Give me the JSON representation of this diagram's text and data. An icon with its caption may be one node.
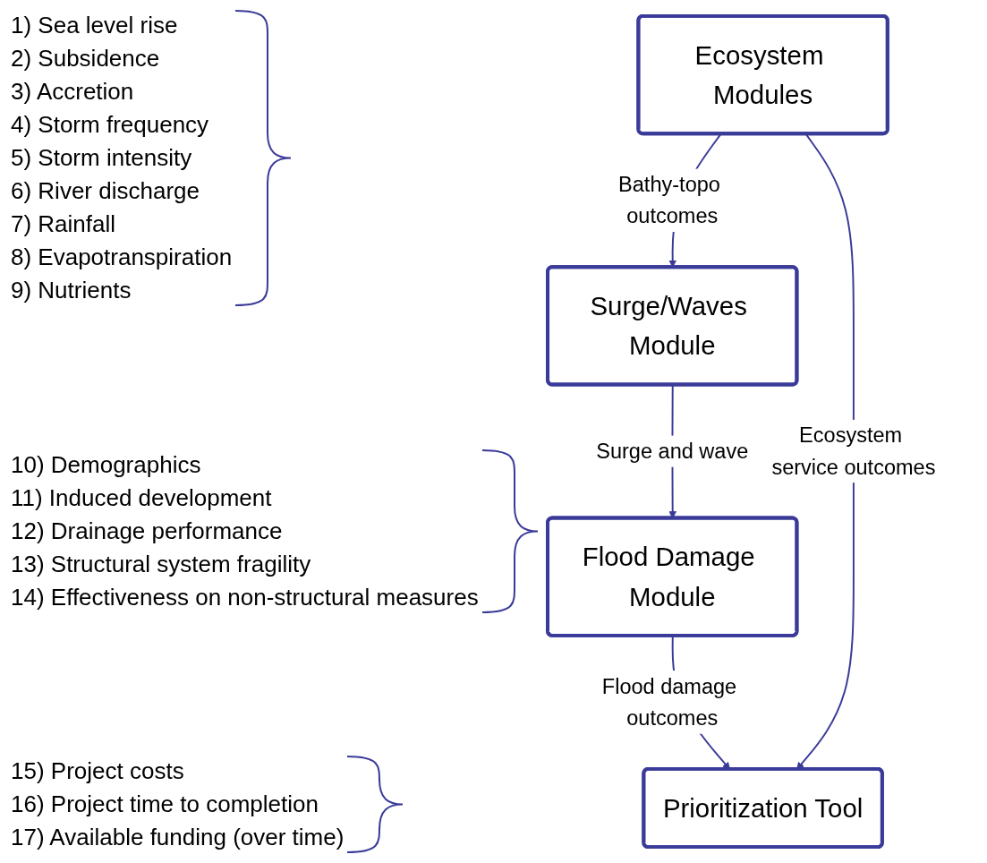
{
  "diagram": {
    "nodes": [
      {
        "text": [
          "Ecosystem Modules"
        ]
      },
      {
        "text": [
          "Surge/Waves Module"
        ]
      },
      {
        "text": [
          "Flood Damage Module"
        ]
      },
      {
        "text": [
          "Prioritization Tool"
        ]
      }
    ],
    "edges": [
      {
        "from": 0,
        "to": 1,
        "arrow": "to",
        "label": "Bathy-topo outcomes"
      },
      {
        "from": 1,
        "to": 2,
        "arrow": "to",
        "label": "Surge and wave"
      },
      {
        "from": 2,
        "to": 3,
        "arrow": "to",
        "label": "Flood damage outcomes"
      },
      {
        "from": 0,
        "to": 3,
        "arrow": "to",
        "label": "Ecosystem service outcomes"
      }
    ],
    "labels": [
      "1) Sea level rise",
      "2) Subsidence",
      "3) Accretion",
      "4) Storm frequency",
      "5) Storm intensity",
      "6) River discharge",
      "7) Rainfall",
      "8) Evapotranspiration",
      "9) Nutrients",
      "10) Demographics",
      "11) Induced development",
      "12) Drainage performance",
      "13) Structural system fragility",
      "14) Effectiveness on non-structural measures",
      "15) Project costs",
      "16) Project time to completion",
      "17) Available funding (over time)"
    ]
  }
}
